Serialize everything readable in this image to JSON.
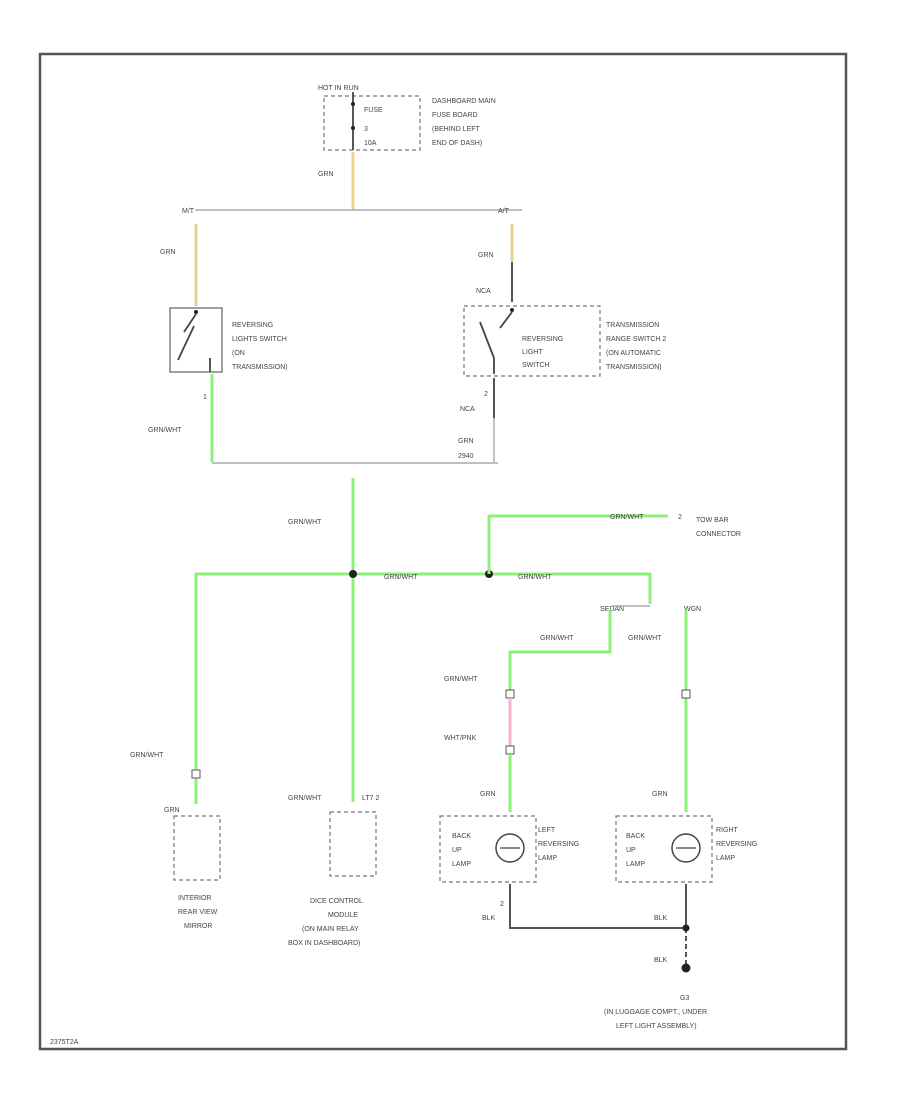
{
  "fuse_block": {
    "title": "HOT IN RUN",
    "lines": [
      "FUSE",
      "3",
      "10A"
    ],
    "desc": [
      "DASHBOARD MAIN",
      "FUSE BOARD",
      "(BEHIND LEFT",
      "END OF DASH)"
    ]
  },
  "wires": {
    "grn_top": "GRN",
    "mt": "M/T",
    "at": "A/T",
    "grn_left": "GRN",
    "grn_right": "GRN",
    "nca_top": "NCA",
    "grn_wht_1": "GRN/WHT",
    "nca_bottom": "NCA",
    "grn_2": "GRN",
    "num_2940": "2940",
    "grn_wht_2": "GRN/WHT",
    "grn_wht_tow": "GRN/WHT",
    "grn_wht_h1": "GRN/WHT",
    "grn_wht_h2": "GRN/WHT",
    "grn_wht_3": "GRN/WHT",
    "grn_wht_4": "GRN/WHT",
    "grn_wht_5": "GRN/WHT",
    "wht_pnk": "WHT/PNK",
    "grn_wht_6": "GRN/WHT",
    "grn_wht_7": "GRN/WHT",
    "grn_3": "GRN",
    "grn_4": "GRN",
    "grn_5": "GRN",
    "blk_1": "BLK",
    "blk_2": "BLK",
    "blk_3": "BLK"
  },
  "components": {
    "rev_switch_mt": [
      "REVERSING",
      "LIGHTS SWITCH",
      "(ON",
      "TRANSMISSION)"
    ],
    "rev_switch_at_inner": [
      "REVERSING",
      "LIGHT",
      "SWITCH"
    ],
    "rev_switch_at_desc": [
      "TRANSMISSION",
      "RANGE SWITCH 2",
      "(ON AUTOMATIC",
      "TRANSMISSION)"
    ],
    "tow_bar": [
      "TOW BAR",
      "CONNECTOR"
    ],
    "mirror": [
      "INTERIOR",
      "REAR VIEW",
      "MIRROR"
    ],
    "dice_module_pin": "LT7 2",
    "dice_module": [
      "DICE CONTROL",
      "MODULE",
      "(ON MAIN RELAY",
      "BOX IN DASHBOARD)"
    ],
    "left_lamp_inner": [
      "BACK",
      "UP",
      "LAMP"
    ],
    "left_lamp": [
      "LEFT",
      "REVERSING",
      "LAMP"
    ],
    "right_lamp_inner": [
      "BACK",
      "UP",
      "LAMP"
    ],
    "right_lamp": [
      "RIGHT",
      "REVERSING",
      "LAMP"
    ],
    "ground": [
      "G3",
      "(IN LUGGAGE COMPT., UNDER",
      "LEFT LIGHT ASSEMBLY)"
    ],
    "sedan_label": "SEDAN",
    "wgn_label": "WGN",
    "pin_1": "1",
    "pin_2a": "2",
    "pin_2b": "2",
    "pin_2c": "2"
  },
  "footer_code": "2375T2A"
}
